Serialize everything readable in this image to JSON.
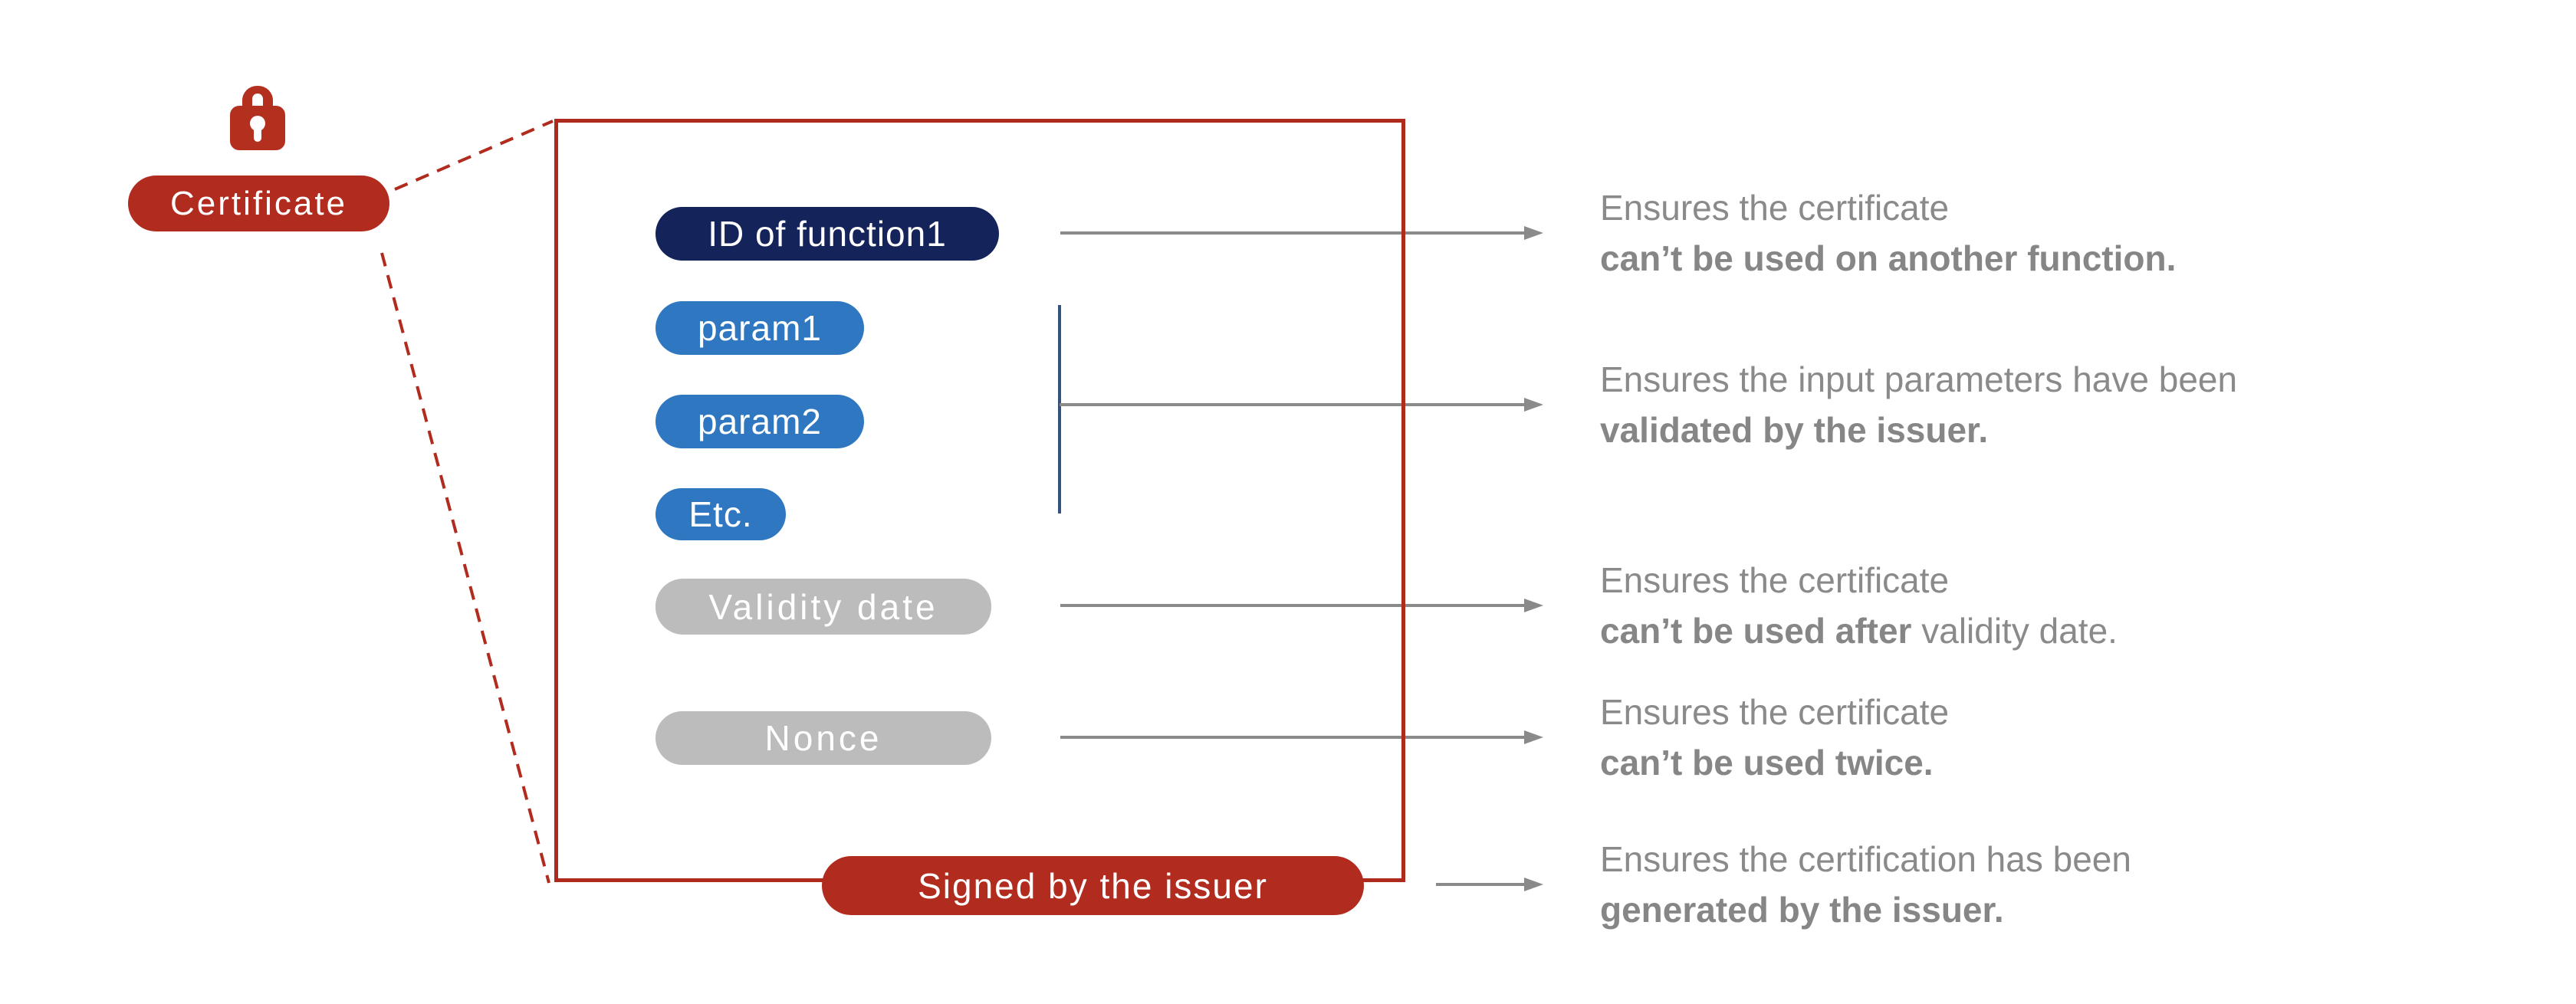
{
  "certificate": {
    "label": "Certificate",
    "icon": "lock-icon"
  },
  "box": {
    "fields": [
      {
        "label": "ID of function1",
        "kind": "function-id"
      },
      {
        "label": "param1",
        "kind": "parameter"
      },
      {
        "label": "param2",
        "kind": "parameter"
      },
      {
        "label": "Etc.",
        "kind": "parameter"
      },
      {
        "label": "Validity date",
        "kind": "metadata"
      },
      {
        "label": "Nonce",
        "kind": "metadata"
      }
    ],
    "signed_label": "Signed by the issuer"
  },
  "explanations": [
    {
      "normal": "Ensures the certificate",
      "bold": "can’t be used on another function.",
      "suffix": ""
    },
    {
      "normal": "Ensures the input parameters have been",
      "bold": "validated by the issuer.",
      "suffix": ""
    },
    {
      "normal": "Ensures the certificate",
      "bold": "can’t be used after",
      "suffix": " validity date."
    },
    {
      "normal": "Ensures the certificate",
      "bold": "can’t be used twice.",
      "suffix": ""
    },
    {
      "normal": "Ensures the certification has been",
      "bold": "generated by the issuer.",
      "suffix": ""
    }
  ],
  "colors": {
    "red": "#b12b1e",
    "box_border_red": "#ae2a1c",
    "navy_pill": "#14245a",
    "blue_pill": "#2f78c1",
    "gray_pill": "#bcbcbc",
    "arrow_gray": "#8a8a8a",
    "text_gray": "#8a8a8a",
    "bracket_navy": "#35527e",
    "background": "#ffffff"
  }
}
